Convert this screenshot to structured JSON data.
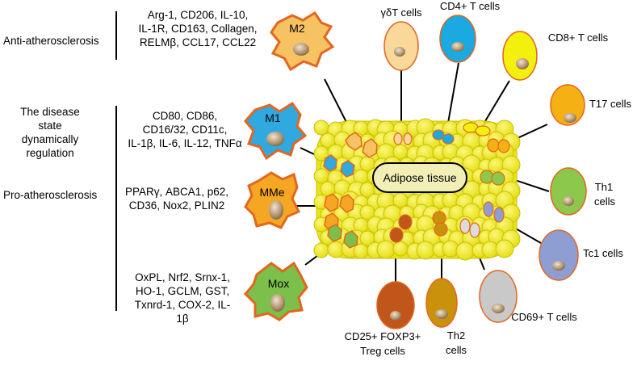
{
  "side_labels": {
    "anti": "Anti-atherosclerosis",
    "disease_lines": [
      "The disease",
      "state",
      "dynamically",
      "regulation"
    ],
    "pro": "Pro-atherosclerosis"
  },
  "marker_groups": {
    "m2": [
      "Arg-1, CD206, IL-10,",
      "IL-1R, CD163, Collagen,",
      "RELMβ, CCL17, CCL22"
    ],
    "m1": [
      "CD80, CD86,",
      "CD16/32, CD11c,",
      "IL-1β, IL-6, IL-12, TNFα"
    ],
    "mme": [
      "PPARγ, ABCA1, p62,",
      "CD36, Nox2, PLIN2"
    ],
    "mox": [
      "OxPL, Nrf2, Srnx-1,",
      "HO-1, GCLM, GST,",
      "Txnrd-1, COX-2, IL-",
      "1β"
    ]
  },
  "macrophages": {
    "m2": "M2",
    "m1": "M1",
    "mme": "MMe",
    "mox": "Mox"
  },
  "tissue_label": "Adipose tissue",
  "t_cells": {
    "gdt": "γδT cells",
    "cd4": "CD4+ T cells",
    "cd8": "CD8+ T cells",
    "t17": "T17 cells",
    "th1": [
      "Th1",
      "cells"
    ],
    "tc1": "Tc1 cells",
    "cd69": "CD69+ T cells",
    "th2": [
      "Th2",
      "cells"
    ],
    "treg": [
      "CD25+ FOXP3+",
      "Treg cells"
    ]
  },
  "colors": {
    "fat_fill": "#f2ec1c",
    "fat_stroke": "#c9c200",
    "macro_stroke": "#e3661f",
    "m2_fill": "#f7c262",
    "m1_fill": "#2fa9e0",
    "mme_fill": "#f5a623",
    "mox_fill": "#7cbf4a",
    "nucleus": "#b89a75",
    "gdt_fill": "#f9d89a",
    "cd4_fill": "#1aa9e1",
    "cd8_fill": "#f4f00d",
    "t17_fill": "#f5b114",
    "th1_fill": "#8cc84b",
    "tc1_fill": "#8e9ed2",
    "cd69_fill": "#c9c9c9",
    "th2_fill": "#c9920a",
    "treg_fill": "#c0561a",
    "tissue_pill": "#f1efb6"
  }
}
